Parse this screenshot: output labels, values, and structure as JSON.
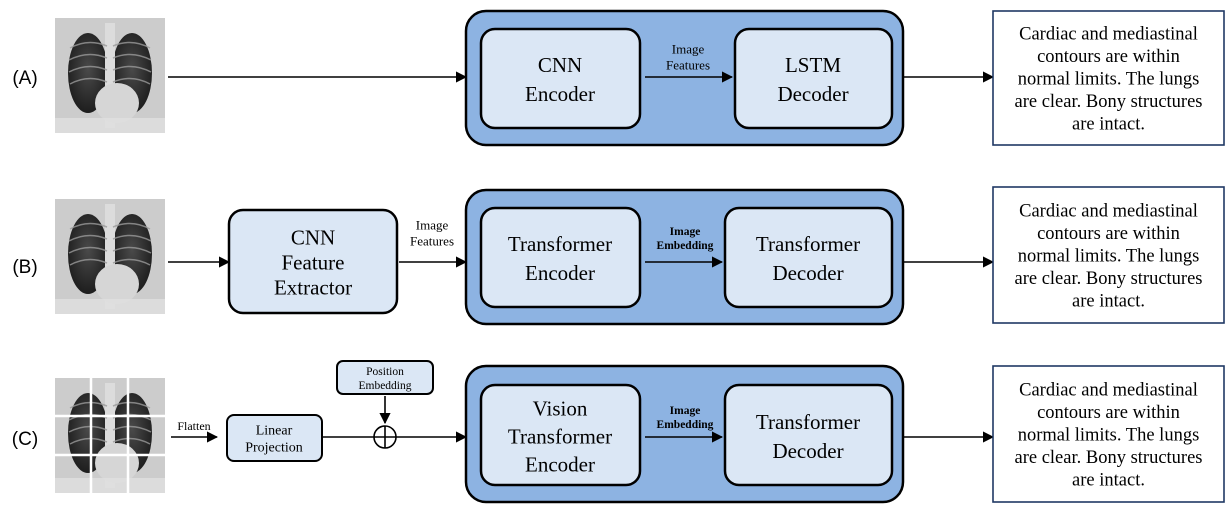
{
  "rows": [
    {
      "label": "(A)",
      "mid_label": [
        "Image",
        "Features"
      ],
      "blocks": [
        [
          "CNN",
          "Encoder"
        ],
        [
          "LSTM",
          "Decoder"
        ]
      ],
      "report": [
        "Cardiac and mediastinal",
        "contours are within",
        "normal limits. The lungs",
        "are clear. Bony structures",
        "are intact."
      ]
    },
    {
      "label": "(B)",
      "extractor": [
        "CNN",
        "Feature",
        "Extractor"
      ],
      "pre_label": [
        "Image",
        "Features"
      ],
      "mid_label": [
        "Image",
        "Embedding"
      ],
      "blocks": [
        [
          "Transformer",
          "Encoder"
        ],
        [
          "Transformer",
          "Decoder"
        ]
      ],
      "report": [
        "Cardiac and mediastinal",
        "contours are within",
        "normal limits. The lungs",
        "are clear. Bony structures",
        "are intact."
      ]
    },
    {
      "label": "(C)",
      "flatten": "Flatten",
      "projection": [
        "Linear",
        "Projection"
      ],
      "position": [
        "Position",
        "Embedding"
      ],
      "mid_label": [
        "Image",
        "Embedding"
      ],
      "blocks": [
        [
          "Vision",
          "Transformer",
          "Encoder"
        ],
        [
          "Transformer",
          "Decoder"
        ]
      ],
      "report": [
        "Cardiac and mediastinal",
        "contours are within",
        "normal limits. The lungs",
        "are clear. Bony structures",
        "are intact."
      ]
    }
  ],
  "colors": {
    "outer_box": "#8db3e2",
    "inner_box": "#dbe7f5",
    "stroke": "#000000",
    "report_border": "#1f3864"
  },
  "icons": {
    "xray": "chest-xray-icon",
    "plus": "circle-plus-icon"
  }
}
